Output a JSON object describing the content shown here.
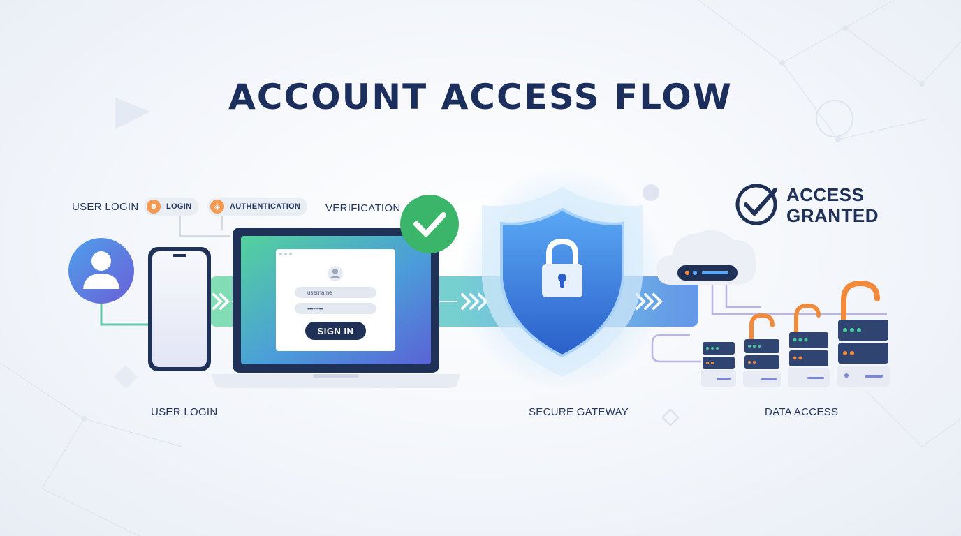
{
  "title": "ACCOUNT ACCESS FLOW",
  "labels": {
    "user_login_top": "USER LOGIN",
    "verification": "VERIFICATION",
    "user_login_bottom": "USER LOGIN",
    "secure_gateway": "SECURE GATEWAY",
    "data_access": "DATA ACCESS"
  },
  "pills": {
    "login": "LOGIN",
    "authentication": "AUTHENTICATION"
  },
  "access_granted": {
    "line1": "ACCESS",
    "line2": "GRANTED"
  },
  "form": {
    "username_placeholder": "username",
    "password_placeholder": "••••••••",
    "sign_in_label": "SIGN IN"
  },
  "icons": [
    "user-avatar-icon",
    "smartphone-icon",
    "laptop-icon",
    "check-icon",
    "shield-lock-icon",
    "cloud-icon",
    "server-stack-icon",
    "open-padlock-icon",
    "checkmark-circle-icon"
  ],
  "colors": {
    "navy": "#1f3157",
    "teal": "#4bc89a",
    "blue": "#4a8be8",
    "orange": "#f28a3c",
    "green_check": "#3bb56a"
  }
}
